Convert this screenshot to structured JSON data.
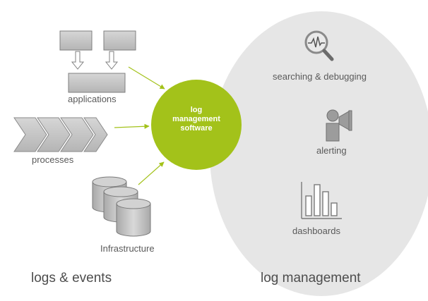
{
  "sources": {
    "applications": "applications",
    "processes": "processes",
    "infrastructure": "Infrastructure",
    "group_title": "logs & events"
  },
  "hub": {
    "line1": "log",
    "line2": "management",
    "line3": "software"
  },
  "capabilities": {
    "searching": "searching & debugging",
    "alerting": "alerting",
    "dashboards": "dashboards",
    "group_title": "log management"
  },
  "colors": {
    "hub": "#a3c21a",
    "arrows": "#a3c21a",
    "bubble": "#e6e6e6",
    "shapes": "#c4c4c4",
    "shape_stroke": "#8a8a8a"
  },
  "icons": [
    "magnifier-waveform-icon",
    "megaphone-person-icon",
    "bar-chart-icon"
  ]
}
